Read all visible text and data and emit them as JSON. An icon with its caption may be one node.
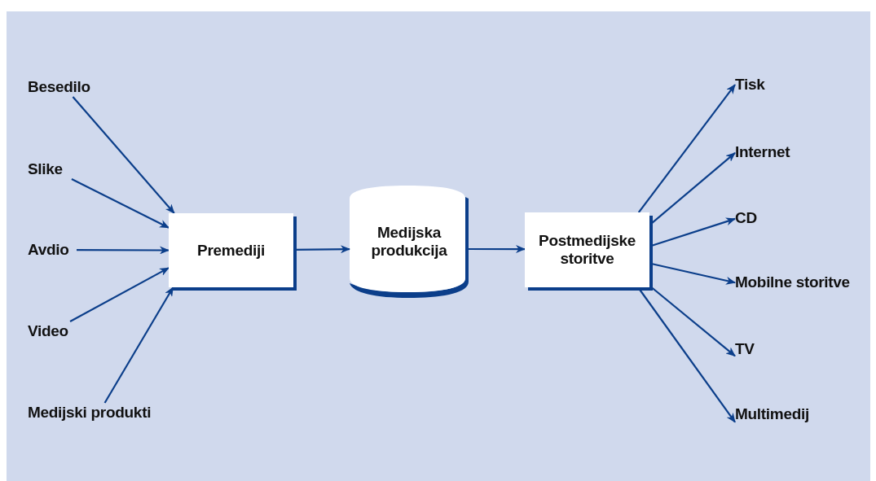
{
  "diagram": {
    "nodes": [
      {
        "text": [
          "Besedilo"
        ]
      },
      {
        "text": [
          "Slike"
        ]
      },
      {
        "text": [
          "Avdio"
        ]
      },
      {
        "text": [
          "Video"
        ]
      },
      {
        "text": [
          "Medijski produkti"
        ]
      },
      {
        "text": [
          "Premediji"
        ]
      },
      {
        "text": [
          "Medijska produkcija"
        ]
      },
      {
        "text": [
          "Postmedijske storitve"
        ]
      },
      {
        "text": [
          "Tisk"
        ]
      },
      {
        "text": [
          "Internet"
        ]
      },
      {
        "text": [
          "CD"
        ]
      },
      {
        "text": [
          "Mobilne storitve"
        ]
      },
      {
        "text": [
          "TV"
        ]
      },
      {
        "text": [
          "Multimedij"
        ]
      }
    ],
    "edges": [
      {
        "from": 0,
        "to": 5,
        "arrow": "to"
      },
      {
        "from": 1,
        "to": 5,
        "arrow": "to"
      },
      {
        "from": 2,
        "to": 5,
        "arrow": "to"
      },
      {
        "from": 3,
        "to": 5,
        "arrow": "to"
      },
      {
        "from": 4,
        "to": 5,
        "arrow": "to"
      },
      {
        "from": 5,
        "to": 6,
        "arrow": "to"
      },
      {
        "from": 6,
        "to": 7,
        "arrow": "to"
      },
      {
        "from": 7,
        "to": 8,
        "arrow": "to"
      },
      {
        "from": 7,
        "to": 9,
        "arrow": "to"
      },
      {
        "from": 7,
        "to": 10,
        "arrow": "to"
      },
      {
        "from": 7,
        "to": 11,
        "arrow": "to"
      },
      {
        "from": 7,
        "to": 12,
        "arrow": "to"
      },
      {
        "from": 7,
        "to": 13,
        "arrow": "to"
      }
    ]
  }
}
